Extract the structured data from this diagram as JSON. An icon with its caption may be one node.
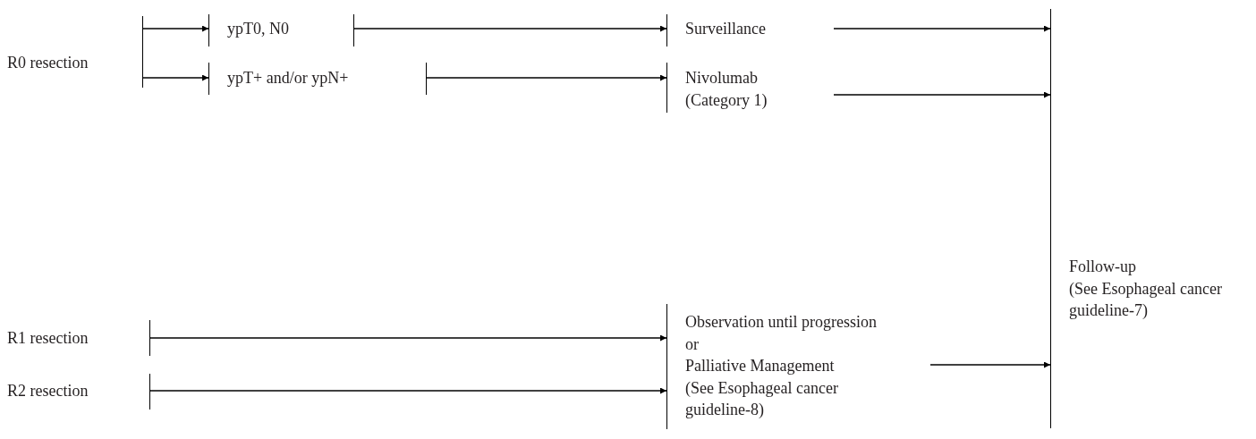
{
  "diagram": {
    "nodes": [
      {
        "text": [
          "R0 resection"
        ]
      },
      {
        "text": [
          "ypT0, N0"
        ]
      },
      {
        "text": [
          "ypT+ and/or ypN+"
        ]
      },
      {
        "text": [
          "Surveillance"
        ]
      },
      {
        "text": [
          "Nivolumab",
          "(Category 1)"
        ]
      },
      {
        "text": [
          "Follow-up",
          "(See Esophageal cancer guideline-7)"
        ]
      },
      {
        "text": [
          "R1 resection"
        ]
      },
      {
        "text": [
          "R2 resection"
        ]
      },
      {
        "text": [
          "Observation until progression",
          "or",
          "Palliative Management",
          "(See Esophageal cancer guideline-8)"
        ]
      }
    ],
    "edges": [
      {
        "from": 0,
        "to": 1,
        "arrow": "to"
      },
      {
        "from": 0,
        "to": 2,
        "arrow": "to"
      },
      {
        "from": 1,
        "to": 3,
        "arrow": "to"
      },
      {
        "from": 2,
        "to": 4,
        "arrow": "to"
      },
      {
        "from": 3,
        "to": 5,
        "arrow": "to"
      },
      {
        "from": 4,
        "to": 5,
        "arrow": "to"
      },
      {
        "from": 6,
        "to": 8,
        "arrow": "to"
      },
      {
        "from": 7,
        "to": 8,
        "arrow": "to"
      },
      {
        "from": 8,
        "to": 5,
        "arrow": "to"
      }
    ]
  }
}
